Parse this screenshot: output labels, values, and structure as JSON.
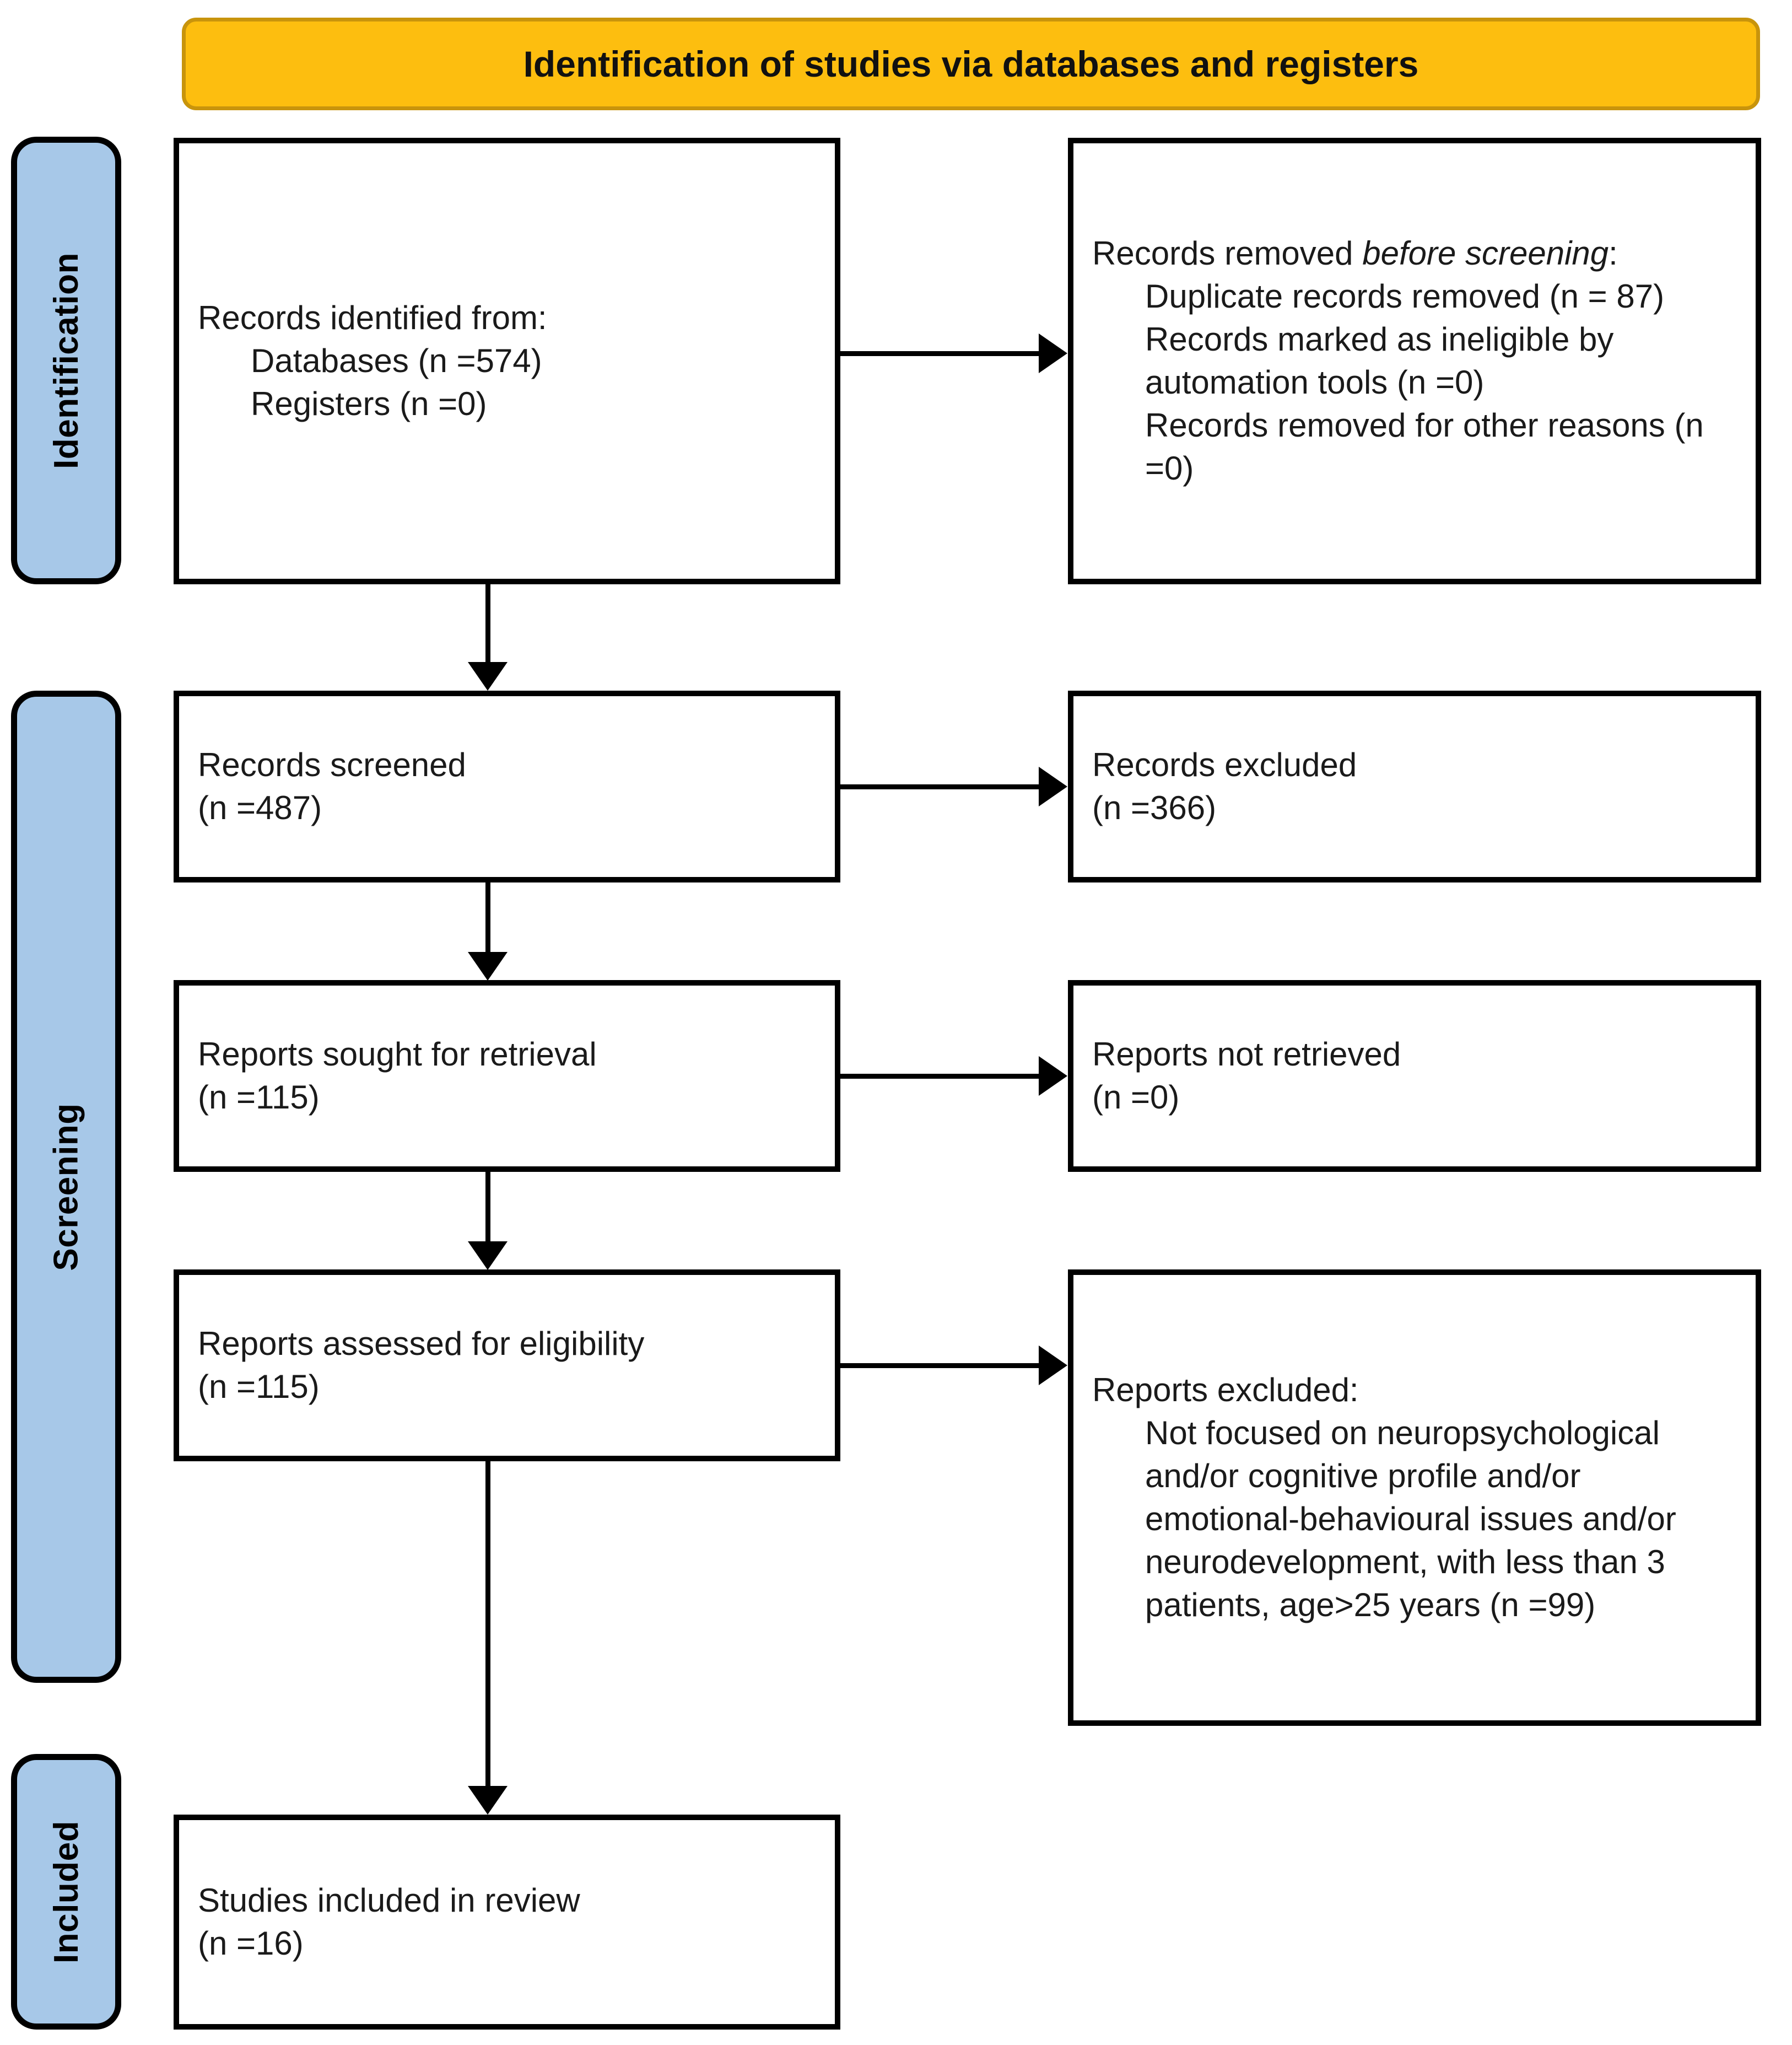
{
  "banner": {
    "title": "Identification of studies via databases and registers",
    "fill": "#FDBE0F",
    "border": "#C8940C"
  },
  "stages": [
    {
      "key": "identification",
      "label": "Identification",
      "fill": "#A7C8E8"
    },
    {
      "key": "screening",
      "label": "Screening",
      "fill": "#A7C8E8"
    },
    {
      "key": "included",
      "label": "Included",
      "fill": "#A7C8E8"
    }
  ],
  "boxes": {
    "identified": {
      "heading": "Records identified from:",
      "line_databases": "Databases (n =574)",
      "line_registers": "Registers (n =0)"
    },
    "removed": {
      "heading_prefix": "Records removed ",
      "heading_italic": "before screening",
      "heading_suffix": ":",
      "line_duplicates": "Duplicate records removed (n = 87)",
      "line_automation": "Records marked as ineligible by automation tools (n =0)",
      "line_other": "Records removed for other reasons (n =0)"
    },
    "screened": {
      "heading": "Records screened",
      "count": "(n =487)"
    },
    "excluded": {
      "heading": "Records excluded",
      "count": "(n =366)"
    },
    "sought": {
      "heading": "Reports sought for retrieval",
      "count": "(n =115)"
    },
    "not_retrieved": {
      "heading": "Reports not retrieved",
      "count": "(n =0)"
    },
    "assessed": {
      "heading": "Reports assessed for eligibility",
      "count": "(n =115)"
    },
    "reports_excluded": {
      "heading": "Reports excluded:",
      "reason": "Not focused on neuropsychological and/or cognitive profile and/or emotional-behavioural issues and/or neurodevelopment, with less than 3 patients, age>25 years (n =99)"
    },
    "included": {
      "heading": "Studies included in review",
      "count": "(n =16)"
    }
  },
  "chart_data": {
    "type": "diagram",
    "title": "Identification of studies via databases and registers",
    "flow": "PRISMA 2020 flow diagram",
    "nodes": [
      {
        "id": "identified",
        "stage": "Identification",
        "column": "left",
        "label": "Records identified from: Databases (n =574); Registers (n =0)",
        "n": 574
      },
      {
        "id": "removed",
        "stage": "Identification",
        "column": "right",
        "label": "Records removed before screening: Duplicate records removed (n = 87); Records marked as ineligible by automation tools (n =0); Records removed for other reasons (n =0)",
        "n": 87
      },
      {
        "id": "screened",
        "stage": "Screening",
        "column": "left",
        "label": "Records screened",
        "n": 487
      },
      {
        "id": "excluded",
        "stage": "Screening",
        "column": "right",
        "label": "Records excluded",
        "n": 366
      },
      {
        "id": "sought",
        "stage": "Screening",
        "column": "left",
        "label": "Reports sought for retrieval",
        "n": 115
      },
      {
        "id": "not_retrieved",
        "stage": "Screening",
        "column": "right",
        "label": "Reports not retrieved",
        "n": 0
      },
      {
        "id": "assessed",
        "stage": "Screening",
        "column": "left",
        "label": "Reports assessed for eligibility",
        "n": 115
      },
      {
        "id": "reports_excluded",
        "stage": "Screening",
        "column": "right",
        "label": "Reports excluded",
        "n": 99
      },
      {
        "id": "included",
        "stage": "Included",
        "column": "left",
        "label": "Studies included in review",
        "n": 16
      }
    ],
    "edges": [
      {
        "from": "identified",
        "to": "removed",
        "direction": "right"
      },
      {
        "from": "identified",
        "to": "screened",
        "direction": "down"
      },
      {
        "from": "screened",
        "to": "excluded",
        "direction": "right"
      },
      {
        "from": "screened",
        "to": "sought",
        "direction": "down"
      },
      {
        "from": "sought",
        "to": "not_retrieved",
        "direction": "right"
      },
      {
        "from": "sought",
        "to": "assessed",
        "direction": "down"
      },
      {
        "from": "assessed",
        "to": "reports_excluded",
        "direction": "right"
      },
      {
        "from": "assessed",
        "to": "included",
        "direction": "down"
      }
    ]
  }
}
